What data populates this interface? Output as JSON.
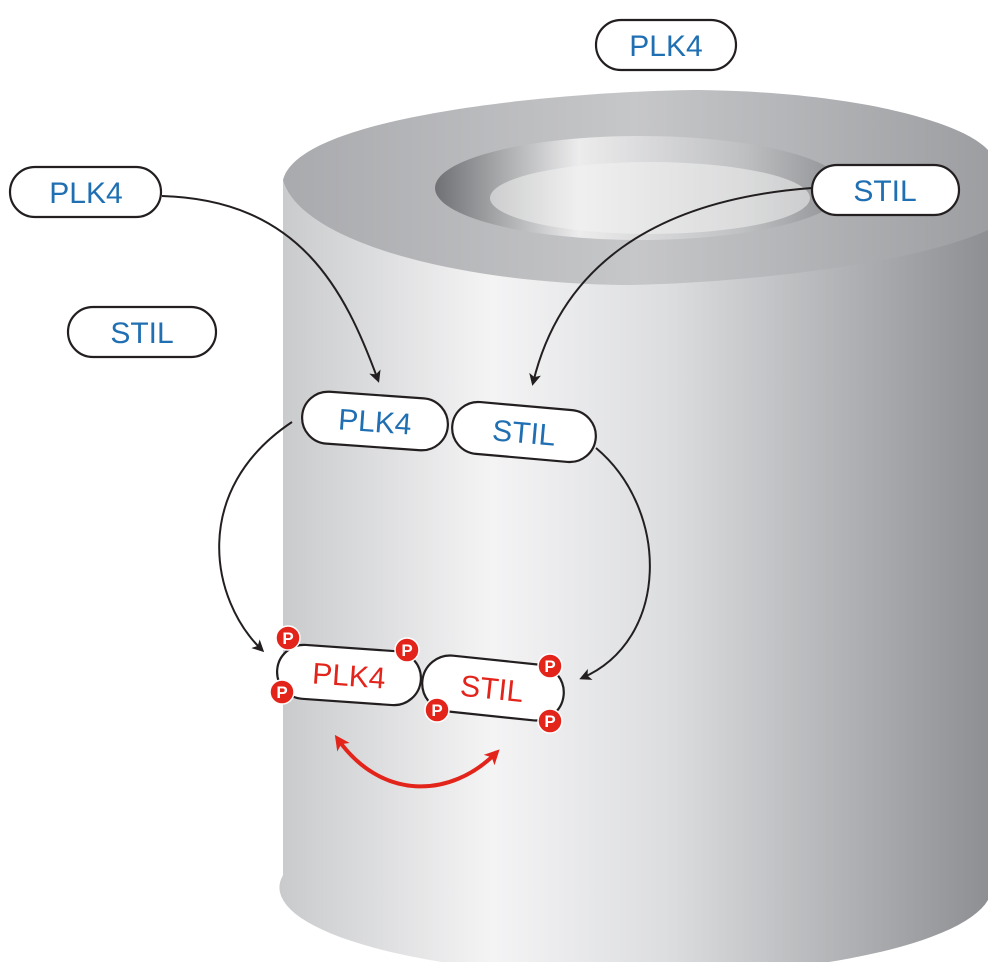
{
  "diagram": {
    "free_labels": {
      "plk4_top": "PLK4",
      "plk4_left": "PLK4",
      "stil_left": "STIL",
      "stil_right": "STIL"
    },
    "bound_labels": {
      "plk4": "PLK4",
      "stil": "STIL"
    },
    "phospho_labels": {
      "plk4": "PLK4",
      "stil": "STIL"
    },
    "phospho_badge": "P",
    "colors": {
      "protein_text": "#1f6fb2",
      "phospho_text": "#e3241b",
      "arrow": "#231f20",
      "reciprocal_arrow": "#e3241b",
      "cylinder": "#b5b6b8"
    }
  }
}
